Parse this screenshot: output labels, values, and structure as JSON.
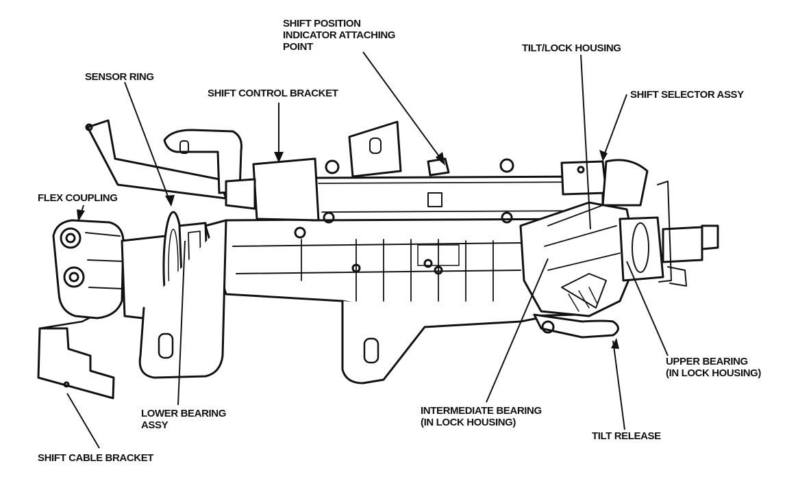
{
  "colors": {
    "ink": "#111111",
    "paper": "#ffffff"
  },
  "labels": {
    "shift_position": "SHIFT POSITION\nINDICATOR ATTACHING\nPOINT",
    "tilt_lock_housing": "TILT/LOCK HOUSING",
    "sensor_ring": "SENSOR RING",
    "shift_control_bracket": "SHIFT CONTROL BRACKET",
    "shift_selector_assy": "SHIFT SELECTOR ASSY",
    "flex_coupling": "FLEX COUPLING",
    "upper_bearing": "UPPER BEARING\n(IN LOCK HOUSING)",
    "lower_bearing": "LOWER BEARING\nASSY",
    "intermediate_bearing": "INTERMEDIATE BEARING\n(IN LOCK HOUSING)",
    "tilt_release": "TILT RELEASE",
    "shift_cable_bracket": "SHIFT CABLE BRACKET"
  }
}
